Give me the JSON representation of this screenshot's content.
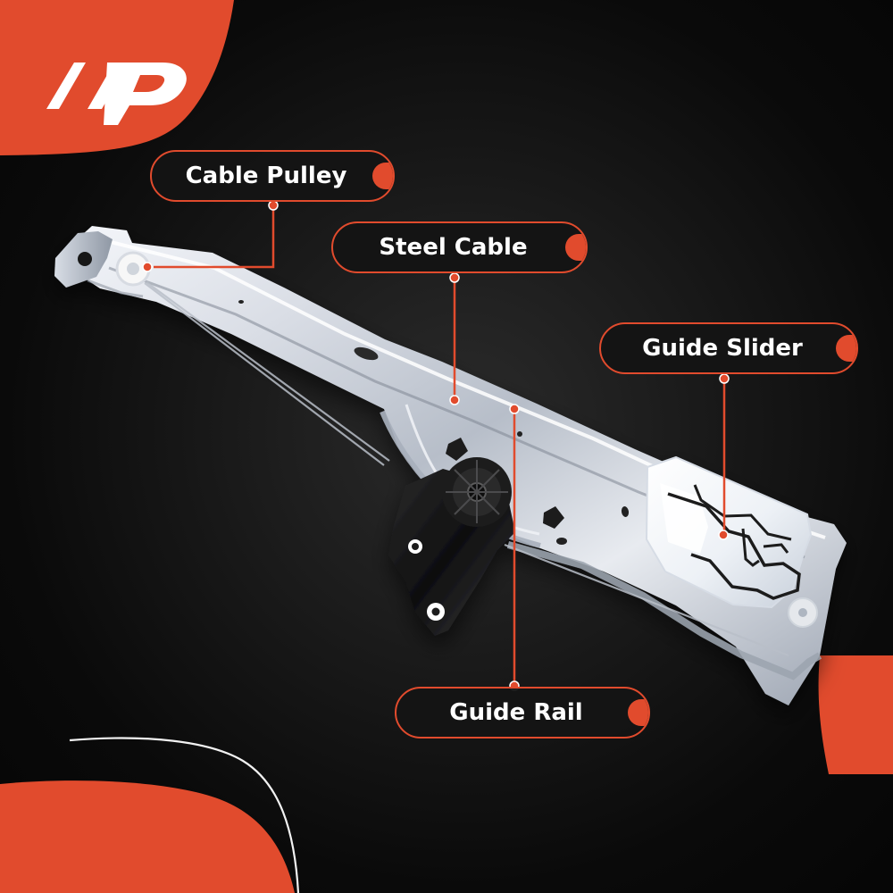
{
  "brand": {
    "logo_text": "AP",
    "accent": "#e14b2d"
  },
  "labels": {
    "cable_pulley": "Cable Pulley",
    "steel_cable": "Steel Cable",
    "guide_slider": "Guide Slider",
    "guide_rail": "Guide Rail"
  },
  "icons": {
    "logo": "brand-logo-icon"
  }
}
